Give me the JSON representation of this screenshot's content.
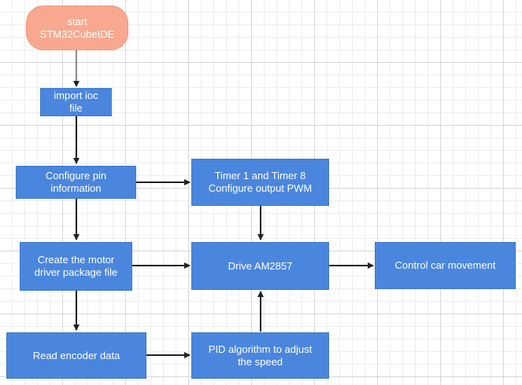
{
  "nodes": {
    "start": "start\nSTM32CubeIDE",
    "import": "import ioc\nfile",
    "pin": "Configure pin\ninformation",
    "timer": "Timer 1 and Timer 8\nConfigure output PWM",
    "motor": "Create the motor\ndriver package file",
    "drive": "Drive AM2857",
    "control": "Control car movement",
    "encoder": "Read encoder data",
    "pid": "PID algorithm to adjust\nthe speed"
  },
  "colors": {
    "process_fill": "#4a86de",
    "start_fill": "#f8a88f",
    "arrow": "#222222",
    "grid": "#d7d7d7"
  }
}
